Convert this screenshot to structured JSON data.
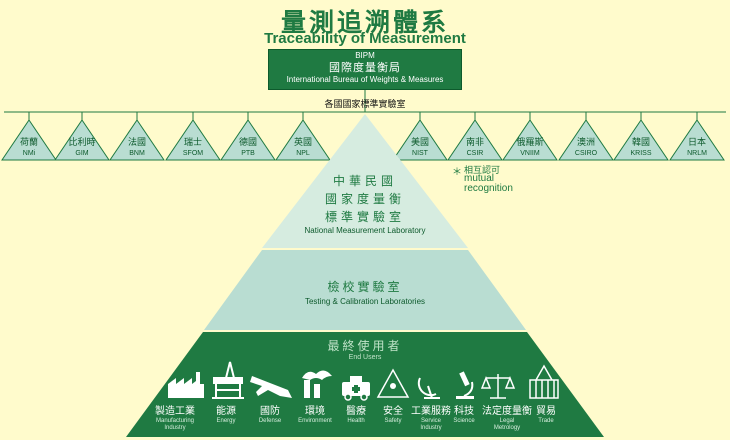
{
  "title_zh": "量測追溯體系",
  "title_en": "Traceability of Measurement",
  "bipm": {
    "abbr": "BIPM",
    "zh": "國際度量衡局",
    "en": "International Bureau of  Weights & Measures"
  },
  "intl_label": "各國國家標準實驗室",
  "labs": [
    {
      "zh": "荷蘭",
      "en": "NMi"
    },
    {
      "zh": "比利時",
      "en": "GIM"
    },
    {
      "zh": "法國",
      "en": "BNM"
    },
    {
      "zh": "瑞士",
      "en": "SFOM"
    },
    {
      "zh": "德國",
      "en": "PTB"
    },
    {
      "zh": "英國",
      "en": "NPL"
    },
    {
      "zh": "美國",
      "en": "NIST"
    },
    {
      "zh": "南非",
      "en": "CSIR"
    },
    {
      "zh": "俄羅斯",
      "en": "VNIIM"
    },
    {
      "zh": "澳洲",
      "en": "CSIRO"
    },
    {
      "zh": "韓國",
      "en": "KRISS"
    },
    {
      "zh": "日本",
      "en": "NRLM"
    }
  ],
  "mutual": {
    "star": "＊",
    "zh": "相互認可",
    "en1": "mutual",
    "en2": "recognition"
  },
  "nml": {
    "zh1": "中華民國",
    "zh2": "國家度量衡",
    "zh3": "標準實驗室",
    "en": "National Measurement Laboratory"
  },
  "testing": {
    "zh": "檢校實驗室",
    "en": "Testing & Calibration Laboratories"
  },
  "users": {
    "zh": "最終使用者",
    "en": "End Users"
  },
  "user_items": [
    {
      "zh": "製造工業",
      "en1": "Manufacturing",
      "en2": "Industry",
      "icon": "factory-icon"
    },
    {
      "zh": "能源",
      "en1": "Energy",
      "en2": "",
      "icon": "oil-rig-icon"
    },
    {
      "zh": "國防",
      "en1": "Defense",
      "en2": "",
      "icon": "jet-icon"
    },
    {
      "zh": "環境",
      "en1": "Environment",
      "en2": "",
      "icon": "smokestack-icon"
    },
    {
      "zh": "醫療",
      "en1": "Health",
      "en2": "",
      "icon": "ambulance-icon"
    },
    {
      "zh": "安全",
      "en1": "Safety",
      "en2": "",
      "icon": "warning-icon"
    },
    {
      "zh": "工業服務",
      "en1": "Service",
      "en2": "Industry",
      "icon": "satellite-dish-icon"
    },
    {
      "zh": "科技",
      "en1": "Science",
      "en2": "",
      "icon": "microscope-icon"
    },
    {
      "zh": "法定度量衡",
      "en1": "Legal",
      "en2": "Metrology",
      "icon": "scale-icon"
    },
    {
      "zh": "貿易",
      "en1": "Trade",
      "en2": "",
      "icon": "container-icon"
    }
  ],
  "colors": {
    "background": "#fffbcc",
    "green": "#1f7a42",
    "light_teal": "#d6ece0",
    "mid_teal": "#b9ddd2"
  }
}
